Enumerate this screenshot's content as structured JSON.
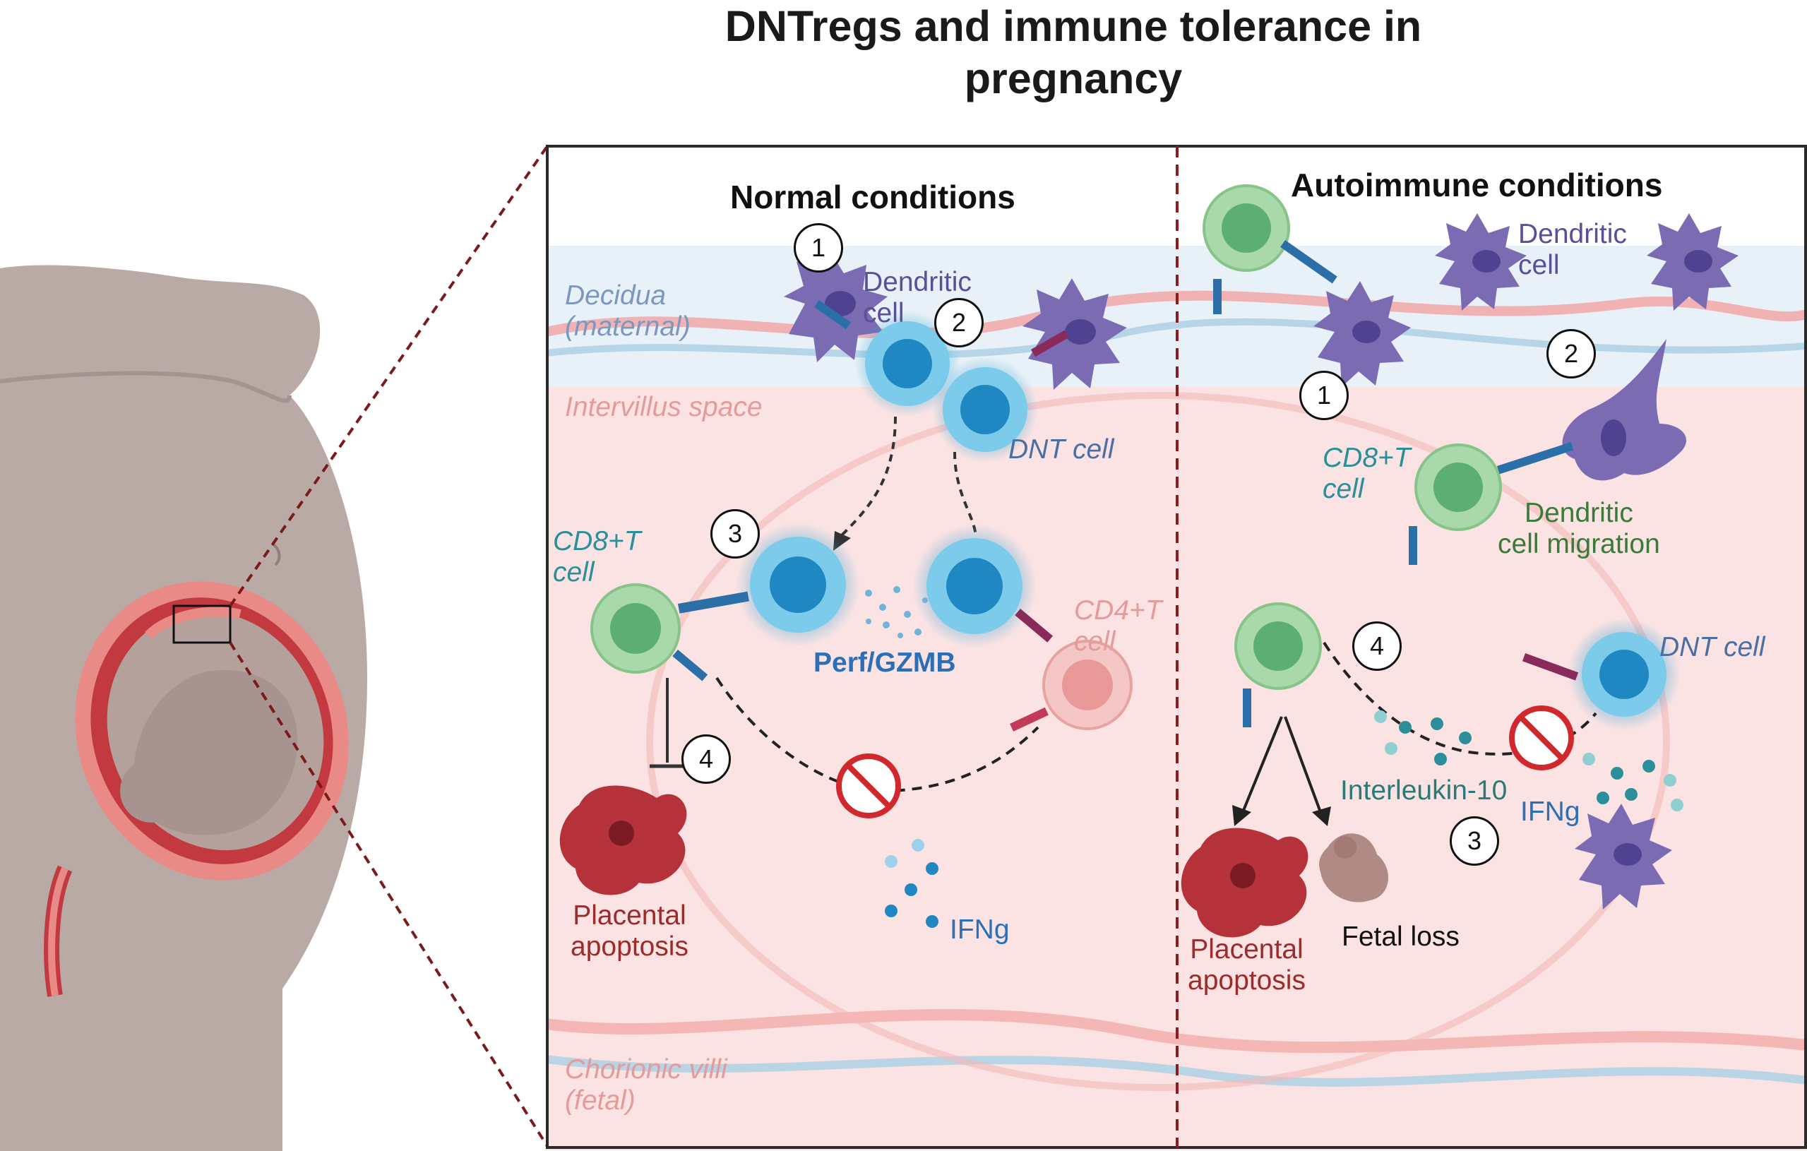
{
  "title": "DNTregs and immune tolerance in\npregnancy",
  "colors": {
    "frame": "#2a2a2a",
    "divider": "#8b1d1d",
    "decidua": "#e8f1f7",
    "intervillus": "#fbe3e3",
    "dendritic": "#7a6bb3",
    "dnt_cell": "#35a7d8",
    "cd8_cell": "#9fd3a0",
    "cd4_cell": "#f2b3b3",
    "placenta": "#b5323a",
    "label_blue": "#4a6fa5",
    "label_teal": "#2a8f98",
    "label_green": "#3a7a3a",
    "label_red": "#9b2c2c",
    "inhibit": "#d0282c"
  },
  "panels": {
    "normal": {
      "heading": "Normal conditions",
      "layers": {
        "decidua": "Decidua\n(maternal)",
        "intervillus": "Intervillus space",
        "chorionic": "Chorionic villi\n(fetal)"
      },
      "labels": {
        "dendritic": "Dendritic\ncell",
        "dnt": "DNT cell",
        "cd8": "CD8+T\ncell",
        "cd4": "CD4+T\ncell",
        "perf": "Perf/GZMB",
        "ifng": "IFNg",
        "placental": "Placental\napoptosis"
      },
      "steps": [
        "1",
        "2",
        "3",
        "4"
      ]
    },
    "autoimmune": {
      "heading": "Autoimmune conditions",
      "labels": {
        "dendritic": "Dendritic\ncell",
        "cd8": "CD8+T\ncell",
        "migration": "Dendritic\ncell migration",
        "dnt": "DNT cell",
        "il10": "Interleukin-10",
        "ifng": "IFNg",
        "placental": "Placental\napoptosis",
        "fetal_loss": "Fetal loss"
      },
      "steps": [
        "1",
        "2",
        "3",
        "4"
      ]
    }
  },
  "icons": [
    "pregnant-woman-icon",
    "fetus-icon",
    "dendritic-cell-icon",
    "dnt-cell-icon",
    "cd8-t-cell-icon",
    "cd4-t-cell-icon",
    "receptor-icon",
    "placenta-icon",
    "embryo-icon",
    "inhibition-icon"
  ]
}
